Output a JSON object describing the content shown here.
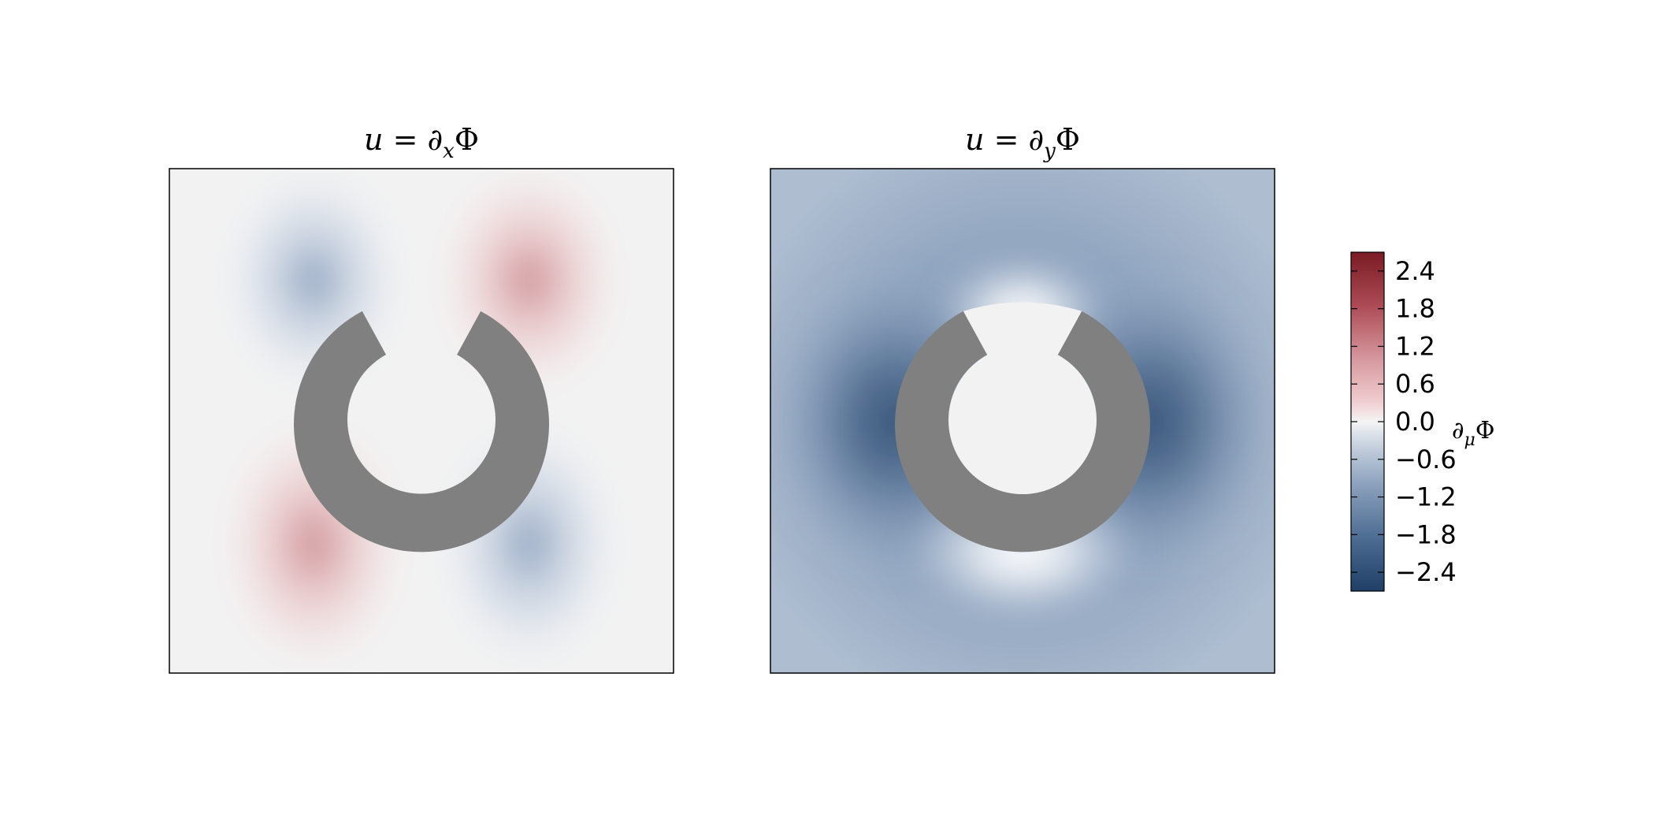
{
  "chart_data": {
    "type": "heatmap",
    "colormap": "blue-white-red (diverging)",
    "colors": {
      "negative_end": "#1f3f66",
      "zero": "#f2f2f2",
      "positive_end": "#7a1a22",
      "obstacle": "#808080"
    },
    "panels": [
      {
        "title": "u = ∂ₓΦ",
        "field": "x-derivative of potential flow around a slotted ring obstacle",
        "pattern": "quadrupole lobes: negative upper-left and lower-right, positive upper-right and lower-left",
        "grid": false
      },
      {
        "title": "u = ∂ᵧΦ",
        "field": "y-derivative of potential flow around a slotted ring obstacle",
        "pattern": "negative background, strongest left and right of the ring; near zero above the slot and below the ring",
        "grid": false
      }
    ],
    "colorbar": {
      "label": "∂μ Φ",
      "ticks": [
        "2.4",
        "1.8",
        "1.2",
        "0.6",
        "0.0",
        "−0.6",
        "−1.2",
        "−1.8",
        "−2.4"
      ],
      "tick_values": [
        2.4,
        1.8,
        1.2,
        0.6,
        0.0,
        -0.6,
        -1.2,
        -1.8,
        -2.4
      ],
      "range": [
        -2.7,
        2.7
      ]
    }
  }
}
